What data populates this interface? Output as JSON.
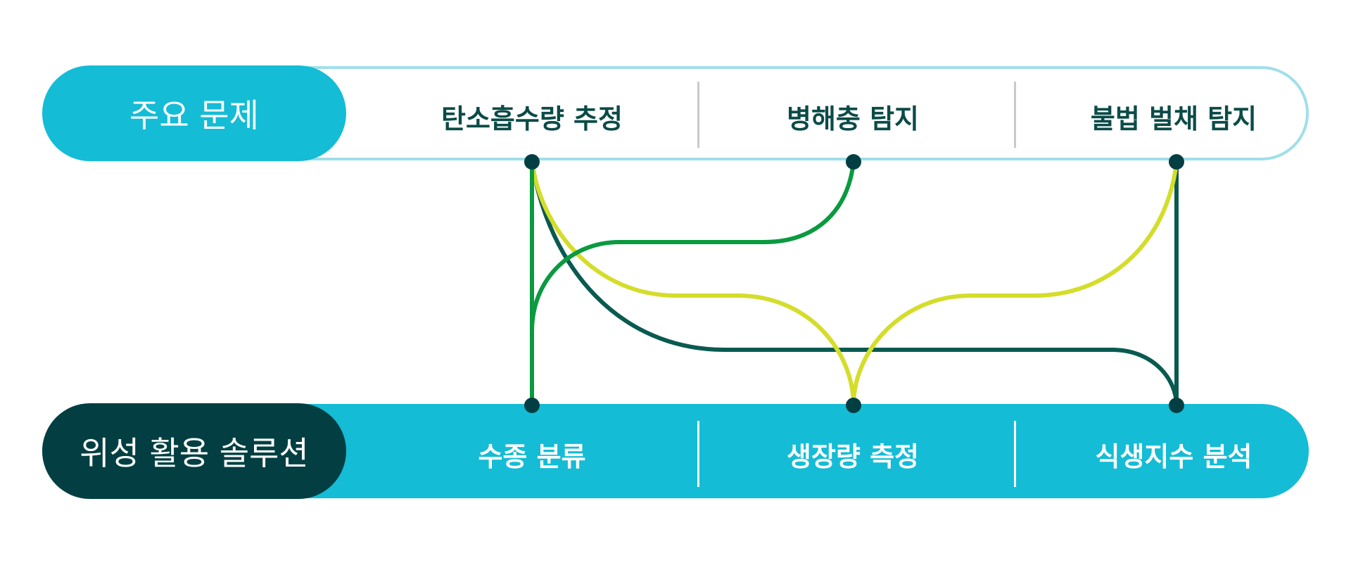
{
  "problems": {
    "title": "주요 문제",
    "items": [
      "탄소흡수량 추정",
      "병해충 탐지",
      "불법 벌채 탐지"
    ]
  },
  "solutions": {
    "title": "위성 활용 솔루션",
    "items": [
      "수종 분류",
      "생장량 측정",
      "식생지수 분석"
    ]
  },
  "colors": {
    "cyan": "#14bcd6",
    "light_cyan_border": "#9fdfea",
    "dark_teal": "#033f42",
    "dark_green_line": "#0a5a50",
    "green_line": "#0a9a40",
    "yellow_line": "#d4dd2a"
  },
  "links": [
    {
      "from": "problems.0",
      "to": "solutions.0",
      "color": "green"
    },
    {
      "from": "problems.1",
      "to": "solutions.0",
      "color": "green"
    },
    {
      "from": "problems.0",
      "to": "solutions.1",
      "color": "yellow"
    },
    {
      "from": "problems.0",
      "to": "solutions.2",
      "color": "dark-green"
    },
    {
      "from": "problems.2",
      "to": "solutions.1",
      "color": "yellow"
    },
    {
      "from": "problems.2",
      "to": "solutions.2",
      "color": "dark-green"
    }
  ]
}
